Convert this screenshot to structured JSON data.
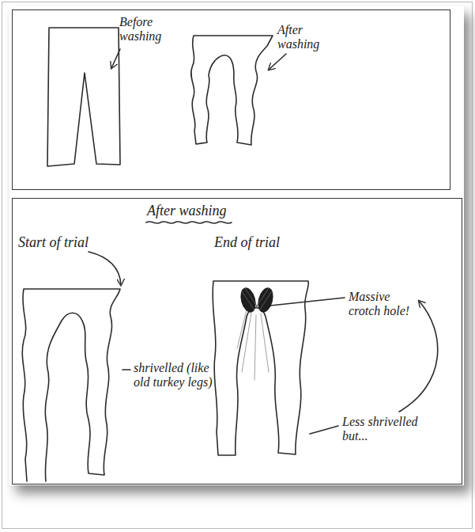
{
  "diagram": {
    "nodes": [
      {
        "text": [
          "Before washing",
          "After washing"
        ]
      },
      {
        "text": [
          "After washing",
          "Start of trial",
          "End of trial",
          "shrivelled (like old turkey legs)",
          "Massive crotch hole!",
          "Less shrivelled but..."
        ]
      }
    ]
  }
}
